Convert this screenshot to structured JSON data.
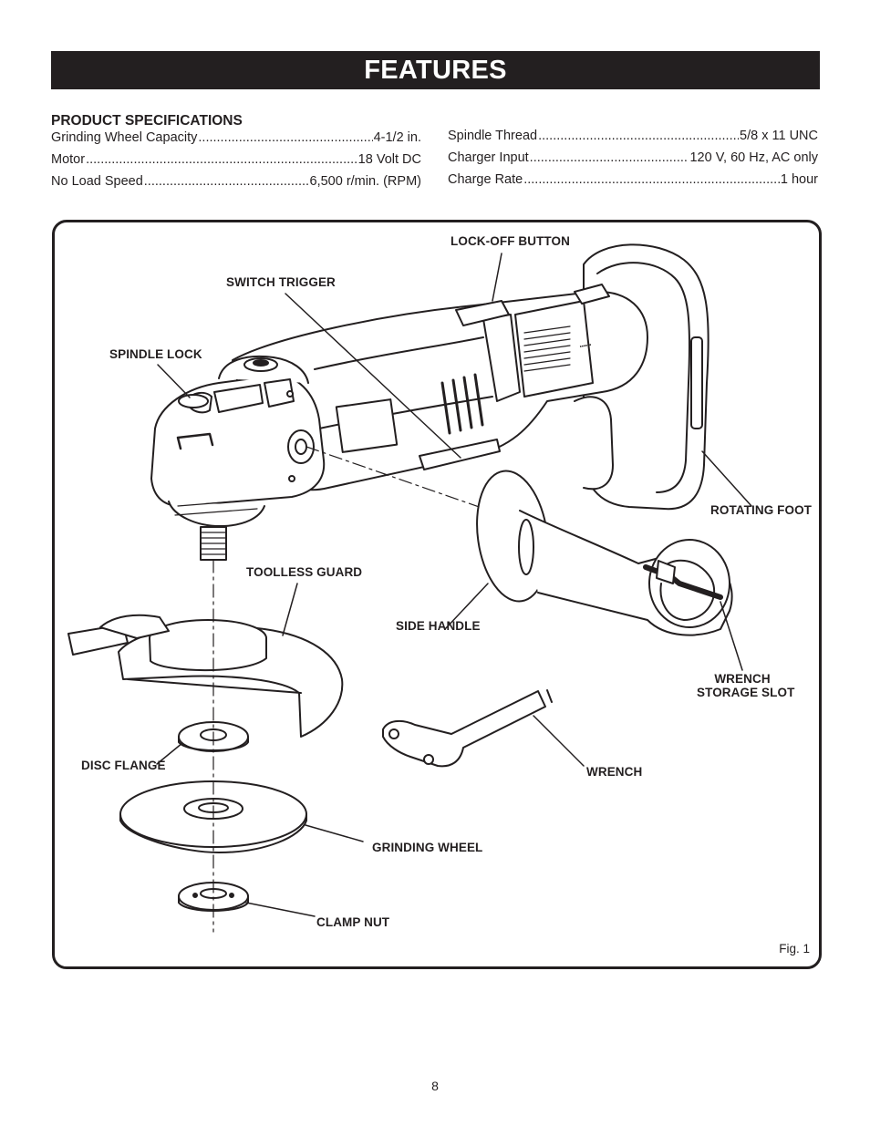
{
  "header": {
    "title": "FEATURES"
  },
  "specs": {
    "title": "PRODUCT SPECIFICATIONS",
    "left": [
      {
        "label": "Grinding Wheel Capacity",
        "value": "4-1/2 in."
      },
      {
        "label": "Motor",
        "value": "18 Volt DC"
      },
      {
        "label": "No Load Speed",
        "value": "6,500 r/min. (RPM)"
      }
    ],
    "right": [
      {
        "label": "Spindle Thread",
        "value": "5/8 x 11 UNC"
      },
      {
        "label": "Charger Input",
        "value": "120 V, 60 Hz, AC only"
      },
      {
        "label": "Charge Rate",
        "value": "1 hour"
      }
    ]
  },
  "figure": {
    "callouts": {
      "lock_off_button": "LOCK-OFF BUTTON",
      "switch_trigger": "SWITCH TRIGGER",
      "spindle_lock": "SPINDLE LOCK",
      "rotating_foot": "ROTATING FOOT",
      "toolless_guard": "TOOLLESS GUARD",
      "side_handle": "SIDE HANDLE",
      "wrench_storage_slot_line1": "WRENCH",
      "wrench_storage_slot_line2": "STORAGE SLOT",
      "disc_flange": "DISC FLANGE",
      "wrench": "WRENCH",
      "grinding_wheel": "GRINDING WHEEL",
      "clamp_nut": "CLAMP NUT"
    },
    "fig_label": "Fig. 1"
  },
  "footer": {
    "page_number": "8"
  }
}
